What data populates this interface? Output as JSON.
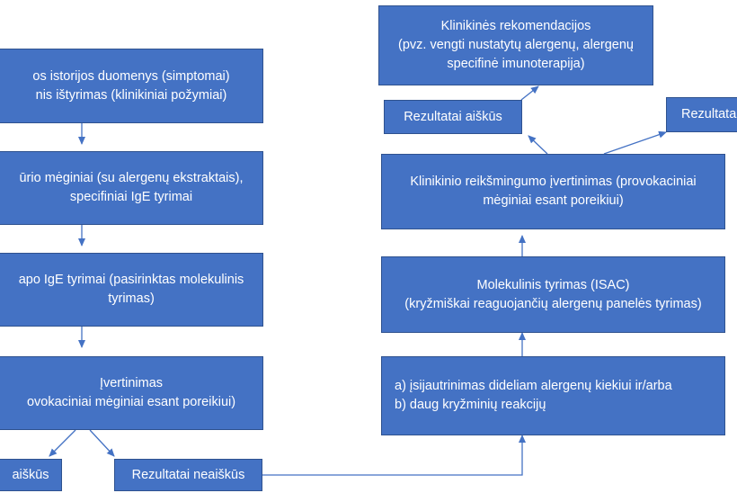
{
  "left_column": {
    "box1": {
      "line1": "os istorijos duomenys (simptomai)",
      "line2": "nis ištyrimas (klinikiniai požymiai)"
    },
    "box2": {
      "line1": "ūrio mėginiai (su alergenų ekstraktais),",
      "line2": "specifiniai IgE tyrimai"
    },
    "box3": {
      "line1": "apo IgE tyrimai (pasirinktas molekulinis",
      "line2": "tyrimas)"
    },
    "box4": {
      "line1": "Įvertinimas",
      "line2": "ovokaciniai mėginiai esant poreikiui)"
    },
    "result_clear": "aiškūs",
    "result_unclear": "Rezultatai neaiškūs"
  },
  "right_column": {
    "recommendations": {
      "line1": "Klinikinės rekomendacijos",
      "line2": "(pvz. vengti nustatytų alergenų, alergenų",
      "line3": "specifinė imunoterapija)"
    },
    "result_clear": "Rezultatai aiškūs",
    "result_cut": "Rezultata",
    "assessment": {
      "line1": "Klinikinio reikšmingumo įvertinimas (provokaciniai",
      "line2": "mėginiai esant poreikiui)"
    },
    "molecular": {
      "line1": "Molekulinis tyrimas (ISAC)",
      "line2": "(kryžmiškai reaguojančių alergenų panelės tyrimas)"
    },
    "conditions": {
      "line1": "a) įsijautrinimas dideliam alergenų kiekiui ir/arba",
      "line2": "b) daug kryžminių reakcijų"
    }
  }
}
